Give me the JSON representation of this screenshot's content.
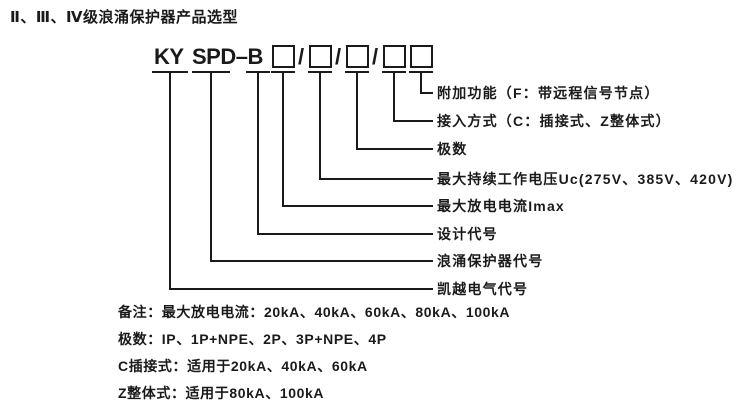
{
  "title": "Ⅱ、Ⅲ、Ⅳ级浪涌保护器产品选型",
  "model_code": {
    "brand": "KY",
    "series": "SPD–B",
    "separator": "/",
    "placeholder_box_count": 5
  },
  "field_labels": [
    {
      "text": "附加功能（F：带远程信号节点）"
    },
    {
      "text": "接入方式（C：插接式、Z整体式）"
    },
    {
      "text": "极数"
    },
    {
      "text": "最大持续工作电压Uc(275V、385V、420V)"
    },
    {
      "text": "最大放电电流Imax"
    },
    {
      "text": "设计代号"
    },
    {
      "text": "浪涌保护器代号"
    },
    {
      "text": "凯越电气代号"
    }
  ],
  "notes": [
    {
      "text": "备注：最大放电电流：20kA、40kA、60kA、80kA、100kA"
    },
    {
      "text": "极数：IP、1P+NPE、2P、3P+NPE、4P"
    },
    {
      "text": "C插接式：适用于20kA、40kA、60kA"
    },
    {
      "text": "Z整体式：适用于80kA、100kA"
    }
  ],
  "colors": {
    "ink": "#1a1a1a",
    "background": "#ffffff"
  }
}
